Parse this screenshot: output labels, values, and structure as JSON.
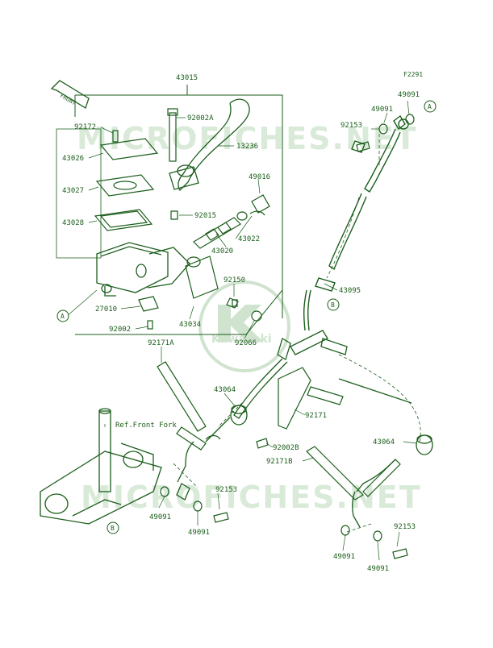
{
  "figure_code": "F2291",
  "front_arrow_text": "FRONT",
  "watermark_text": "MICROFICHES.NET",
  "logo_text": "Kawasaki",
  "ref_label": "Ref.Front Fork",
  "callouts": [
    "A",
    "A",
    "B",
    "B"
  ],
  "labels": [
    "43015",
    "92172",
    "92002A",
    "13236",
    "43026",
    "49016",
    "43027",
    "92015",
    "43022",
    "43028",
    "43020",
    "92150",
    "27010",
    "43034",
    "92002",
    "92066",
    "92171A",
    "43064",
    "92171",
    "92002B",
    "92171B",
    "43064",
    "92153",
    "49091",
    "49091",
    "49091",
    "92153",
    "49091",
    "92153",
    "49091",
    "43095"
  ],
  "colors": {
    "line": "#1b5e1b",
    "text": "#1b5e1b",
    "watermark": "#d9ead9",
    "background": "#ffffff"
  }
}
